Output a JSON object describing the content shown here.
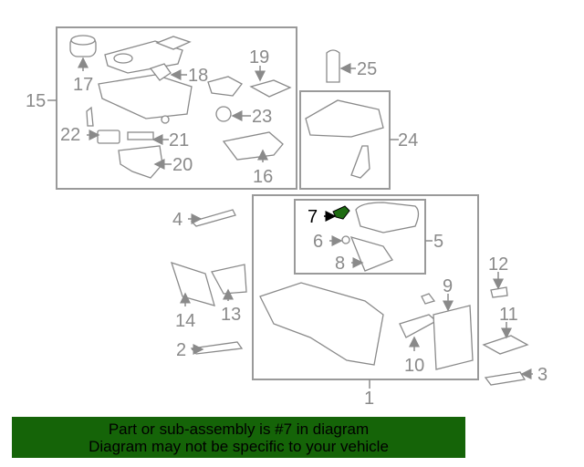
{
  "diagram": {
    "callouts": [
      "1",
      "2",
      "3",
      "4",
      "5",
      "6",
      "7",
      "8",
      "9",
      "10",
      "11",
      "12",
      "13",
      "14",
      "15",
      "16",
      "17",
      "18",
      "19",
      "20",
      "21",
      "22",
      "23",
      "24",
      "25"
    ],
    "highlighted_callout": "7",
    "highlight_color": "#1e6b12"
  },
  "banner": {
    "line1": "Part or sub-assembly is #7 in diagram",
    "line2": "Diagram may not be specific to your vehicle",
    "color": "#156408"
  }
}
